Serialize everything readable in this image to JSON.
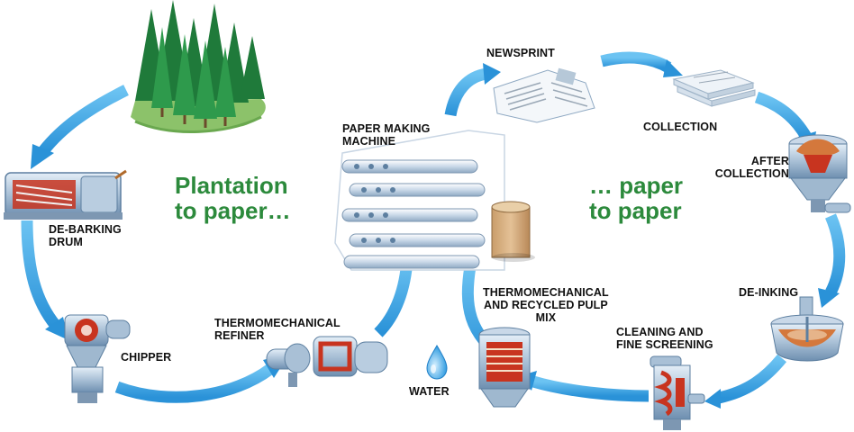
{
  "colors": {
    "arrow": "#3fa8e6",
    "arrow_dark": "#1f7fc7",
    "headline": "#2c8a3c",
    "machine": "#9fb8cf",
    "machine_dark": "#5d7fa0",
    "core_red": "#c8341f",
    "tree": "#1f7a3a",
    "grass": "#8cc26a"
  },
  "headlines": {
    "left": "Plantation\nto paper…",
    "right": "… paper\nto paper"
  },
  "stages": {
    "debarking": "DE-BARKING\nDRUM",
    "chipper": "CHIPPER",
    "refiner": "THERMOMECHANICAL\nREFINER",
    "water": "WATER",
    "pulp_mix": "THERMOMECHANICAL\nAND RECYCLED PULP\nMIX",
    "paper_machine": "PAPER MAKING\nMACHINE",
    "newsprint": "NEWSPRINT",
    "collection": "COLLECTION",
    "after_collection": "AFTER\nCOLLECTION",
    "deinking": "DE-INKING",
    "cleaning": "CLEANING AND\nFINE SCREENING"
  },
  "icons": {
    "forest": "forest-icon",
    "drum": "debarking-drum-icon",
    "chipper": "chipper-icon",
    "refiner": "refiner-icon",
    "water": "water-drop-icon",
    "pulp_mix": "pulp-mix-tank-icon",
    "paper_machine": "paper-machine-icon",
    "newsprint": "newspaper-icon",
    "collection": "paper-stack-icon",
    "after_collection": "hopper-icon",
    "deinking": "deinking-tank-icon",
    "cleaning": "screening-unit-icon"
  }
}
